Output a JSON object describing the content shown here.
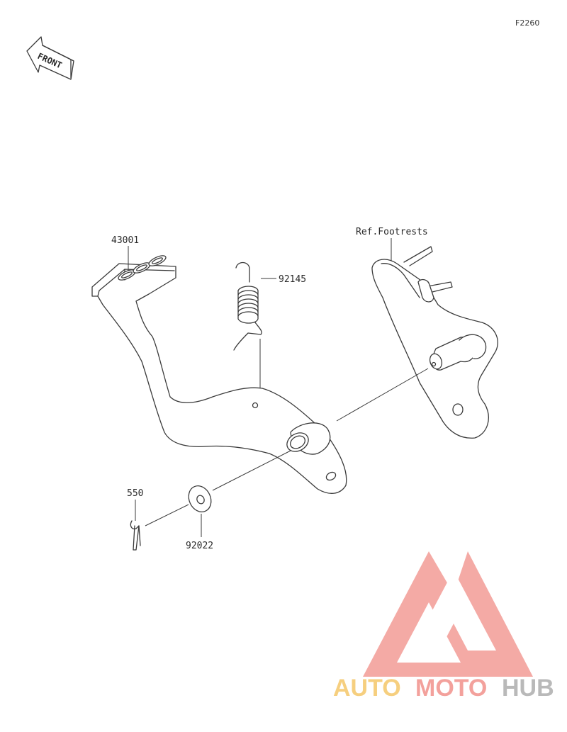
{
  "diagram": {
    "figure_code": "F2260",
    "front_label": "FRONT",
    "callouts": [
      {
        "id": "brake-pedal",
        "part_no": "43001"
      },
      {
        "id": "return-spring",
        "part_no": "92145"
      },
      {
        "id": "reference",
        "text": "Ref.Footrests"
      },
      {
        "id": "cotter-pin",
        "part_no": "550"
      },
      {
        "id": "washer",
        "part_no": "92022"
      }
    ]
  },
  "watermark": {
    "part1": "AUTO",
    "part2": "MOTO",
    "part3": "HUB",
    "colors": {
      "triangle": "#f3a19c",
      "auto": "#f6cf7f",
      "moto": "#f3a19c",
      "hub": "#b9b9b9"
    }
  }
}
